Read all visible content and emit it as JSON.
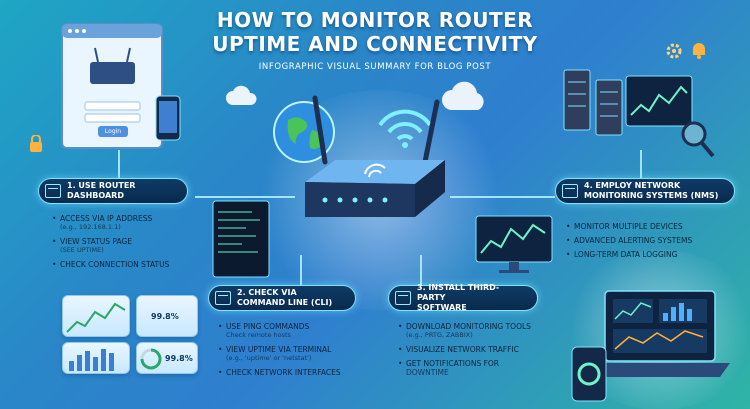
{
  "header": {
    "title_line1": "HOW TO MONITOR ROUTER",
    "title_line2": "UPTIME AND CONNECTIVITY",
    "subtitle": "INFOGRAPHIC VISUAL SUMMARY FOR BLOG POST"
  },
  "sections": {
    "dashboard": {
      "label_line1": "1. USE ROUTER",
      "label_line2": "DASHBOARD",
      "items": [
        {
          "text": "ACCESS VIA IP ADDRESS",
          "sub": "(e.g., 192.168.1.1)"
        },
        {
          "text": "VIEW STATUS PAGE",
          "sub": "(SEE UPTIME)"
        },
        {
          "text": "CHECK CONNECTION STATUS",
          "sub": ""
        }
      ],
      "stat_top": "99.8%",
      "stat_bottom": "99.8%",
      "login_button": "Login"
    },
    "cli": {
      "label_line1": "2. CHECK VIA",
      "label_line2": "COMMAND LINE (CLI)",
      "items": [
        {
          "text": "USE PING COMMANDS",
          "sub": "Check remote hosts"
        },
        {
          "text": "VIEW UPTIME VIA TERMINAL",
          "sub": "(e.g., 'uptime' or 'netstat')"
        },
        {
          "text": "CHECK NETWORK INTERFACES",
          "sub": ""
        }
      ]
    },
    "software": {
      "label_line1": "3. INSTALL THIRD-PARTY",
      "label_line2": "SOFTWARE",
      "items": [
        {
          "text": "DOWNLOAD MONITORING TOOLS",
          "sub": "(e.g., PRTG, ZABBIX)"
        },
        {
          "text": "VISUALIZE NETWORK TRAFFIC",
          "sub": ""
        },
        {
          "text": "GET NOTIFICATIONS FOR",
          "sub": "DOWNTIME"
        }
      ]
    },
    "nms": {
      "label_line1": "4. EMPLOY NETWORK",
      "label_line2": "MONITORING SYSTEMS (NMS)",
      "items": [
        {
          "text": "MONITOR MULTIPLE DEVICES",
          "sub": ""
        },
        {
          "text": "ADVANCED ALERTING SYSTEMS",
          "sub": ""
        },
        {
          "text": "LONG-TERM DATA LOGGING",
          "sub": ""
        }
      ]
    }
  },
  "colors": {
    "accent": "#7fe3ff",
    "badge": "#0e3b66",
    "wifi": "#7ff0ff",
    "router": "#2b4a7a"
  },
  "icons": [
    "router-icon",
    "globe-icon",
    "wifi-icon",
    "cloud-icon",
    "server-icon",
    "terminal-icon",
    "laptop-icon",
    "magnifier-icon",
    "gear-icon",
    "bell-icon",
    "lock-icon",
    "phone-icon",
    "chart-icon"
  ]
}
